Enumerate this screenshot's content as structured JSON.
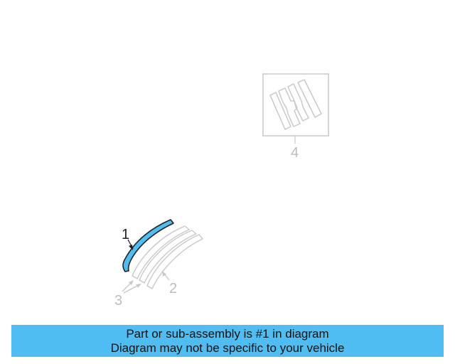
{
  "diagram": {
    "callouts": {
      "part1": "1",
      "part2": "2",
      "part3": "3",
      "part4": "4"
    },
    "colors": {
      "highlight": "#4fbdf2",
      "outline": "#222222",
      "ghost": "#c8c8c8",
      "ghost_text": "#bdbdbd"
    }
  },
  "banner": {
    "line1": "Part or sub-assembly is #1 in diagram",
    "line2": "Diagram may not be specific to your vehicle",
    "background": "#4fbdf2"
  }
}
